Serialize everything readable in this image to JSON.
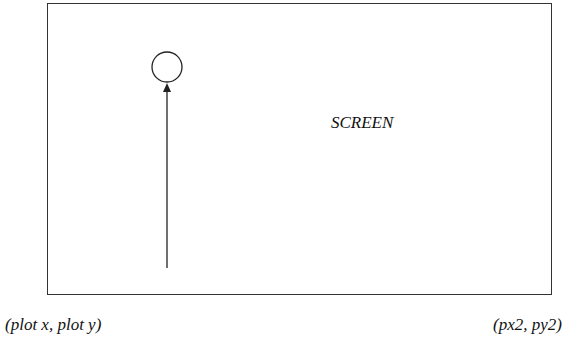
{
  "diagram": {
    "nodes": [
      {
        "text": [
          "SCREEN"
        ]
      }
    ],
    "labels": [
      "(plot x, plot y)",
      "(px2, py2)"
    ]
  }
}
